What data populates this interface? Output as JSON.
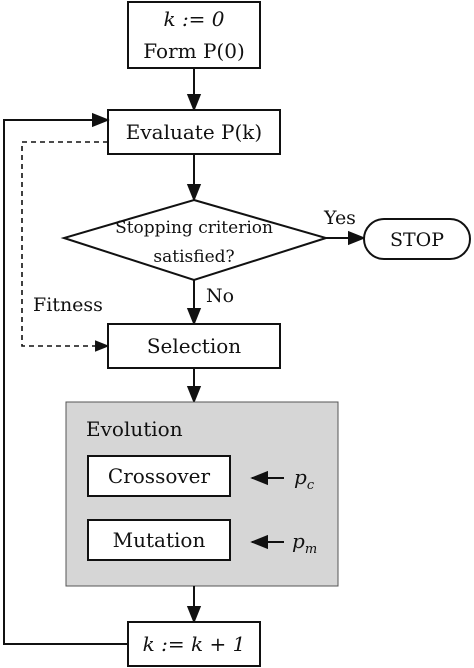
{
  "nodes": {
    "init": {
      "line1": "k := 0",
      "line2": "Form P(0)"
    },
    "evaluate": {
      "label": "Evaluate P(k)"
    },
    "decision": {
      "line1": "Stopping criterion",
      "line2": "satisfied?"
    },
    "stop": {
      "label": "STOP"
    },
    "selection": {
      "label": "Selection"
    },
    "evolution": {
      "title": "Evolution"
    },
    "crossover": {
      "label": "Crossover",
      "param": "p_c"
    },
    "mutation": {
      "label": "Mutation",
      "param": "p_m"
    },
    "increment": {
      "label": "k := k + 1"
    }
  },
  "edges": {
    "yes_label": "Yes",
    "no_label": "No",
    "fitness_label": "Fitness"
  },
  "colors": {
    "evolution_fill": "#d6d6d6",
    "stroke": "#111111"
  }
}
